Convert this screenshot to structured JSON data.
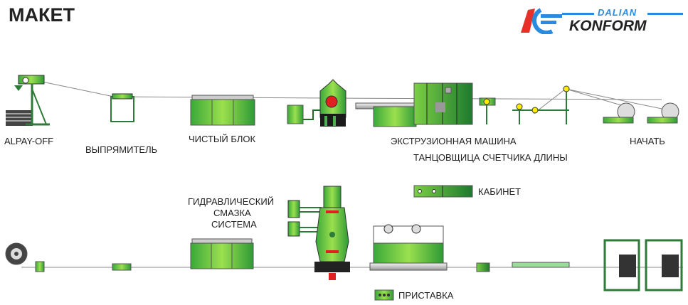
{
  "title": "МАКЕТ",
  "logo": {
    "line1": "DALIAN",
    "line2": "KONFORM"
  },
  "labels": {
    "payoff": "ALPAY-OFF",
    "straightener": "ВЫПРЯМИТЕЛЬ",
    "clean_block": "ЧИСТЫЙ БЛОК",
    "extruder": "ЭКСТРУЗИОННАЯ МАШИНА",
    "start": "НАЧАТЬ",
    "dancer": "ТАНЦОВЩИЦА СЧЕТЧИКА ДЛИНЫ",
    "cabinet": "КАБИНЕТ",
    "hydraulic_1": "ГИДРАВЛИЧЕСКИЙ",
    "hydraulic_2": "СМАЗКА",
    "hydraulic_3": "СИСТЕМА",
    "attachment": "ПРИСТАВКА"
  },
  "colors": {
    "green_light": "#8fdc4a",
    "green_dark": "#1e7a2e",
    "red": "#e02020",
    "yellow": "#ffee00",
    "logo_blue": "#2a8ae0",
    "logo_red": "#e8302a"
  }
}
